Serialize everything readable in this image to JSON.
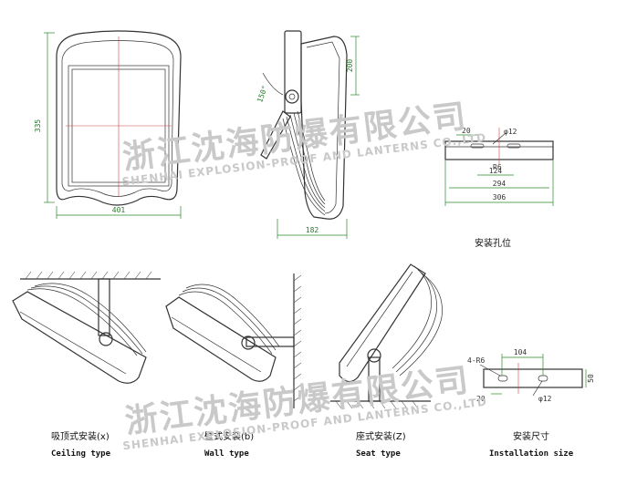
{
  "front_view": {
    "height_dim": "335",
    "width_dim": "401"
  },
  "side_view": {
    "angle_dim": "150°",
    "bracket_dim": "200",
    "depth_dim": "182"
  },
  "hole_view": {
    "title": "安装孔位",
    "dims": {
      "left": "20",
      "hole": "φ12",
      "radius": "R6",
      "inner": "124",
      "mid": "294",
      "outer": "306"
    }
  },
  "install_types": [
    {
      "cn": "吸顶式安装(x)",
      "en": "Ceiling type"
    },
    {
      "cn": "壁式安装(b)",
      "en": "Wall type"
    },
    {
      "cn": "座式安装(Z)",
      "en": "Seat type"
    },
    {
      "cn": "安装尺寸",
      "en": "Installation size"
    }
  ],
  "install_size": {
    "r6": "4-R6",
    "d104": "104",
    "d50": "50",
    "d20": "20",
    "d12": "φ12"
  },
  "watermark": {
    "cn": "浙江沈海防爆有限公司",
    "en": "SHENHAI EXPLOSION-PROOF AND LANTERNS CO.,LTD"
  }
}
